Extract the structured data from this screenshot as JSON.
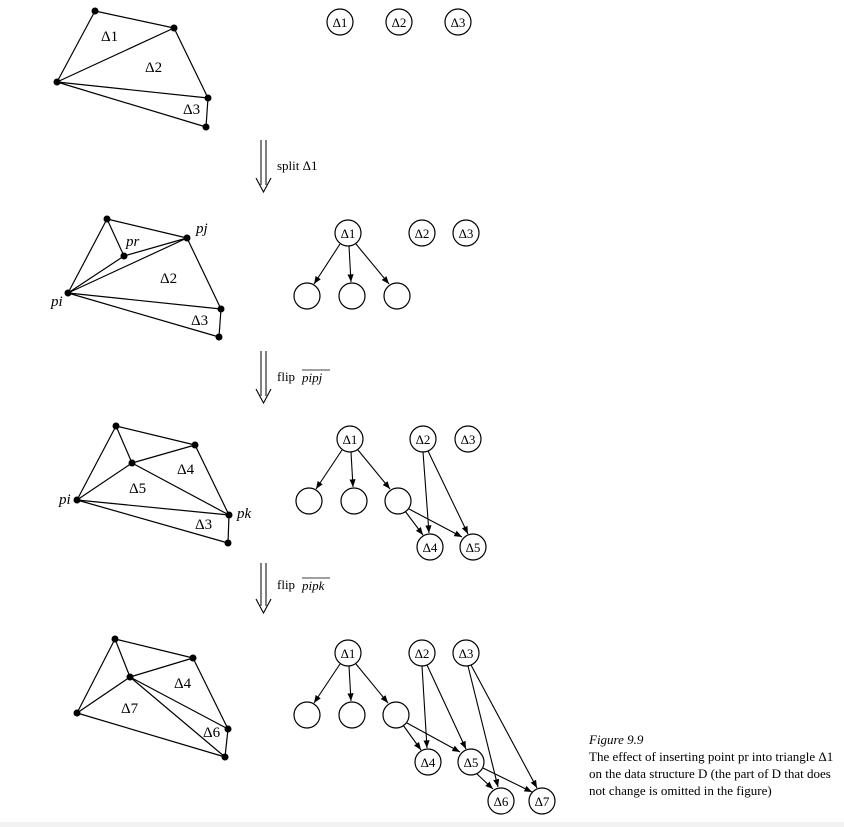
{
  "steps": [
    {
      "label_prefix": "split",
      "label_sub": "Δ1"
    },
    {
      "label_prefix": "flip",
      "label_sub": "pipj"
    },
    {
      "label_prefix": "flip",
      "label_sub": "pipk"
    }
  ],
  "point_labels": {
    "pi": "pi",
    "pj": "pj",
    "pr": "pr",
    "pk": "pk"
  },
  "triangle_labels": {
    "d1": "Δ1",
    "d2": "Δ2",
    "d3": "Δ3",
    "d4": "Δ4",
    "d5": "Δ5",
    "d6": "Δ6",
    "d7": "Δ7"
  },
  "caption": {
    "heading": "Figure 9.9",
    "text": "The effect of inserting point pr into triangle Δ1 on the data structure D (the part of D that does not change is omitted in the figure)"
  }
}
